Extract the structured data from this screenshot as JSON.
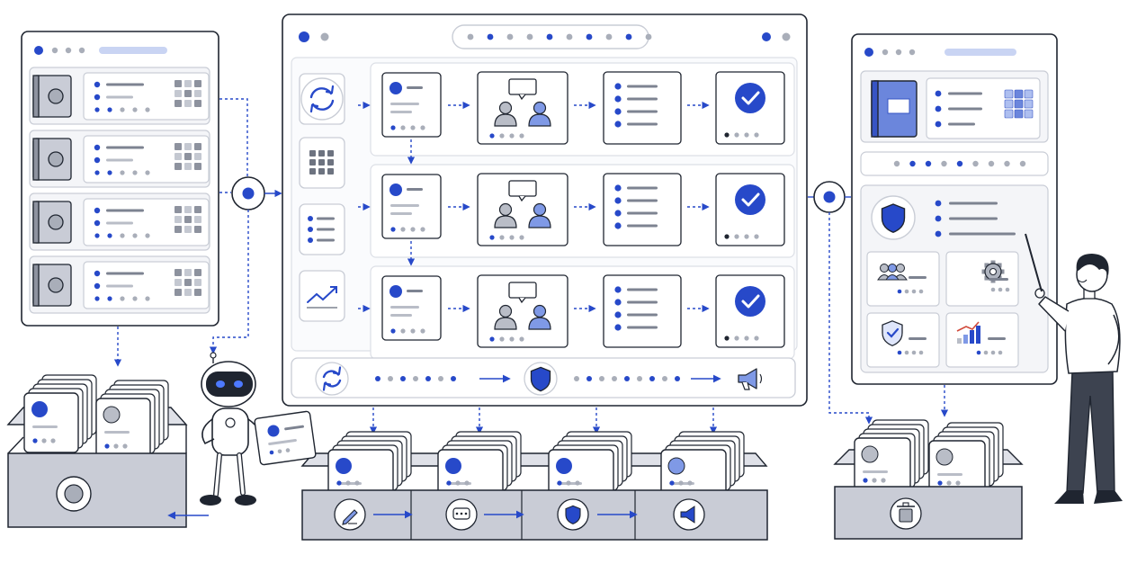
{
  "colors": {
    "ink": "#1f2530",
    "line": "#7d8391",
    "soft_line": "#c9cdd6",
    "panel": "#ffffff",
    "card": "#f4f5f8",
    "accent": "#2749c9",
    "accent_light": "#7f99e6",
    "grey_fill": "#b9bdc7",
    "box_fill": "#c9ccd6",
    "dot_grey": "#a9aeb9"
  },
  "left_panel": {
    "rows": [
      {
        "icon": "document-icon"
      },
      {
        "icon": "document-icon"
      },
      {
        "icon": "document-icon"
      },
      {
        "icon": "document-icon"
      }
    ]
  },
  "center_panel": {
    "stage_icons": [
      "refresh-icon",
      "grid-icon",
      "list-icon",
      "trend-chart-icon"
    ],
    "row_steps": [
      "profile-card",
      "team-discussion",
      "checklist",
      "approval-check"
    ],
    "bottom_bar_icons": [
      "refresh-icon",
      "shield-icon",
      "megaphone-icon"
    ]
  },
  "right_panel": {
    "header_icon": "book-icon",
    "security_icon": "shield-icon",
    "tiles": [
      "users-icon",
      "gear-icon",
      "shield-check-icon",
      "bar-chart-icon"
    ]
  },
  "bins": {
    "left_bin_icon": "record-icon",
    "center_bin_icons": [
      "pencil-icon",
      "chat-icon",
      "shield-icon",
      "megaphone-icon"
    ],
    "right_bin_icon": "trash-icon"
  },
  "figures": [
    "robot-assistant",
    "presenter-person"
  ]
}
